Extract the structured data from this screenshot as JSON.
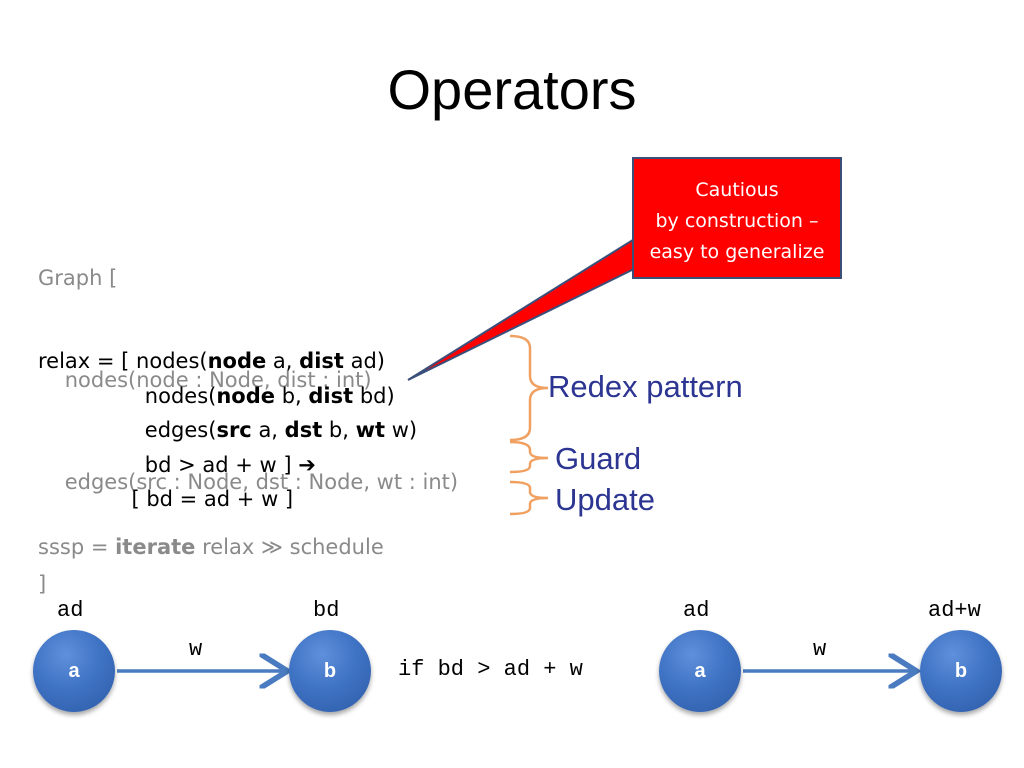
{
  "slide": {
    "title": "Operators"
  },
  "schema": {
    "lines": [
      "Graph [",
      "    nodes(node : Node, dist : int)",
      "    edges(src : Node, dst : Node, wt : int)",
      "]"
    ]
  },
  "relax": {
    "line1": {
      "prefix": "relax = [ nodes(",
      "k1": "node",
      "m1": " a, ",
      "k2": "dist",
      "m2": " ad)"
    },
    "line2": {
      "prefix": "                nodes(",
      "k1": "node",
      "m1": " b, ",
      "k2": "dist",
      "m2": " bd)"
    },
    "line3": {
      "prefix": "                edges(",
      "k1": "src",
      "m1": " a, ",
      "k2": "dst",
      "m2": " b, ",
      "k3": "wt",
      "m3": " w)"
    },
    "line4": {
      "text": "                bd > ad + w ] ",
      "arrow": "➔"
    },
    "line5": {
      "text": "              [ bd = ad + w ]"
    }
  },
  "sssp": {
    "prefix": "sssp = ",
    "keyword": "iterate",
    "suffix": " relax ≫ schedule"
  },
  "callout": {
    "lines": [
      "Cautious",
      "by construction –",
      "easy to generalize"
    ],
    "color": "#ff0000"
  },
  "annotations": {
    "redex": "Redex pattern",
    "guard": "Guard",
    "update": "Update",
    "color": "#2c3592",
    "brace_color": "#f0a060"
  },
  "diagram": {
    "left": {
      "node_a": "a",
      "node_b": "b",
      "label_a": "ad",
      "label_b": "bd",
      "edge": "w"
    },
    "condition": "if bd > ad + w",
    "right": {
      "node_a": "a",
      "node_b": "b",
      "label_a": "ad",
      "label_b": "ad+w",
      "edge": "w"
    },
    "node_color": "#3f73c4",
    "edge_color": "#4a7bc0"
  }
}
